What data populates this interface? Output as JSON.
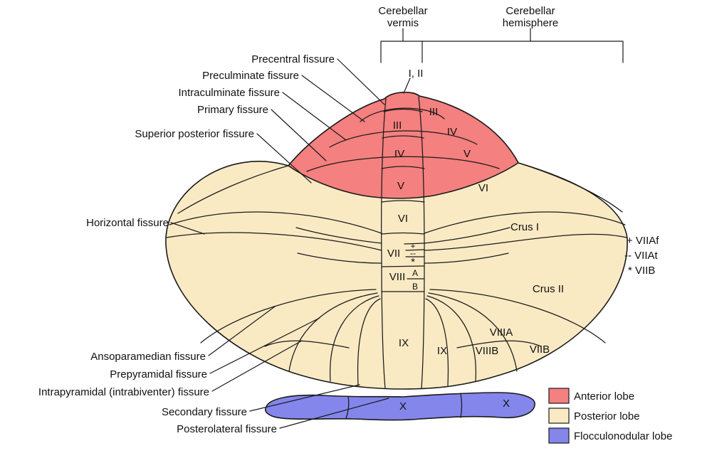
{
  "colors": {
    "anterior": "#F4807F",
    "posterior": "#FAEAC4",
    "flocculonodular": "#8486EC",
    "line": "#1A1A1A",
    "background": "#FFFFFF"
  },
  "headers": {
    "vermis": [
      "Cerebellar",
      "vermis"
    ],
    "hemisphere": [
      "Cerebellar",
      "hemisphere"
    ]
  },
  "fissures": {
    "precentral": "Precentral fissure",
    "preculminate": "Preculminate fissure",
    "intraculminate": "Intraculminate fissure",
    "primary": "Primary fissure",
    "superior_posterior": "Superior posterior fissure",
    "horizontal": "Horizontal fissure",
    "ansoparamedian": "Ansoparamedian fissure",
    "prepyramidal": "Prepyramidal fissure",
    "intrapyramidal": "Intrapyramidal (intrabiventer) fissure",
    "secondary": "Secondary fissure",
    "posterolateral": "Posterolateral fissure"
  },
  "lobules": {
    "i_ii": "I, II",
    "iii_vermis": "III",
    "iii_hemisphere": "III",
    "iv_vermis": "IV",
    "iv_hemisphere": "IV",
    "v_vermis": "V",
    "v_hemisphere": "V",
    "vi_vermis": "VI",
    "vi_hemisphere": "VI",
    "vii": "VII",
    "vii_plus": "+",
    "vii_dash": "--",
    "vii_star": "*",
    "viii": "VIII",
    "viii_a": "A",
    "viii_b": "B",
    "ix_vermis": "IX",
    "ix_hemisphere": "IX",
    "crus_i": "Crus I",
    "crus_ii": "Crus II",
    "viiia": "VIIIA",
    "viiib": "VIIIB",
    "viib": "VIIB",
    "x_vermis": "X",
    "x_hemisphere": "X"
  },
  "side_key": {
    "viiaf": "+ VIIAf",
    "viiat": "-- VIIAt",
    "viib": "* VIIB"
  },
  "legend": [
    {
      "label": "Anterior lobe",
      "color": "#F4807F"
    },
    {
      "label": "Posterior lobe",
      "color": "#FAEAC4"
    },
    {
      "label": "Flocculonodular lobe",
      "color": "#8486EC"
    }
  ]
}
